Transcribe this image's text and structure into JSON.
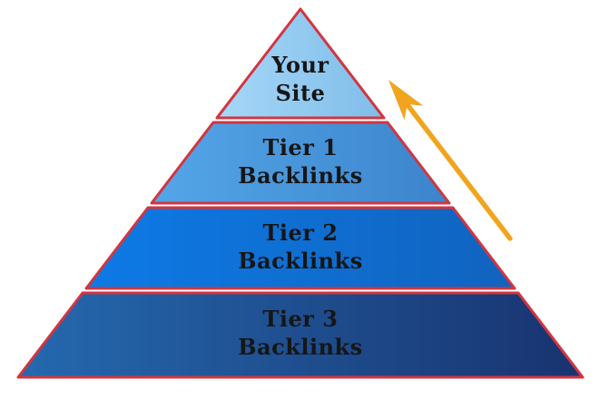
{
  "diagram": {
    "type": "pyramid",
    "background_color": "#ffffff",
    "border_color": "#d23540",
    "text_color": "#161616",
    "levels": [
      {
        "id": "your-site",
        "label_line1": "Your",
        "label_line2": "Site",
        "color_left": "#a6d7f8",
        "color_right": "#7fbde9"
      },
      {
        "id": "tier-1",
        "label_line1": "Tier 1",
        "label_line2": "Backlinks",
        "color_left": "#54a6e8",
        "color_right": "#3c84cc"
      },
      {
        "id": "tier-2",
        "label_line1": "Tier 2",
        "label_line2": "Backlinks",
        "color_left": "#0d7ae6",
        "color_right": "#1163be"
      },
      {
        "id": "tier-3",
        "label_line1": "Tier 3",
        "label_line2": "Backlinks",
        "color_left": "#2569af",
        "color_right": "#18336f"
      }
    ],
    "arrow": {
      "color": "#f1a51f",
      "direction": "up-left"
    }
  }
}
